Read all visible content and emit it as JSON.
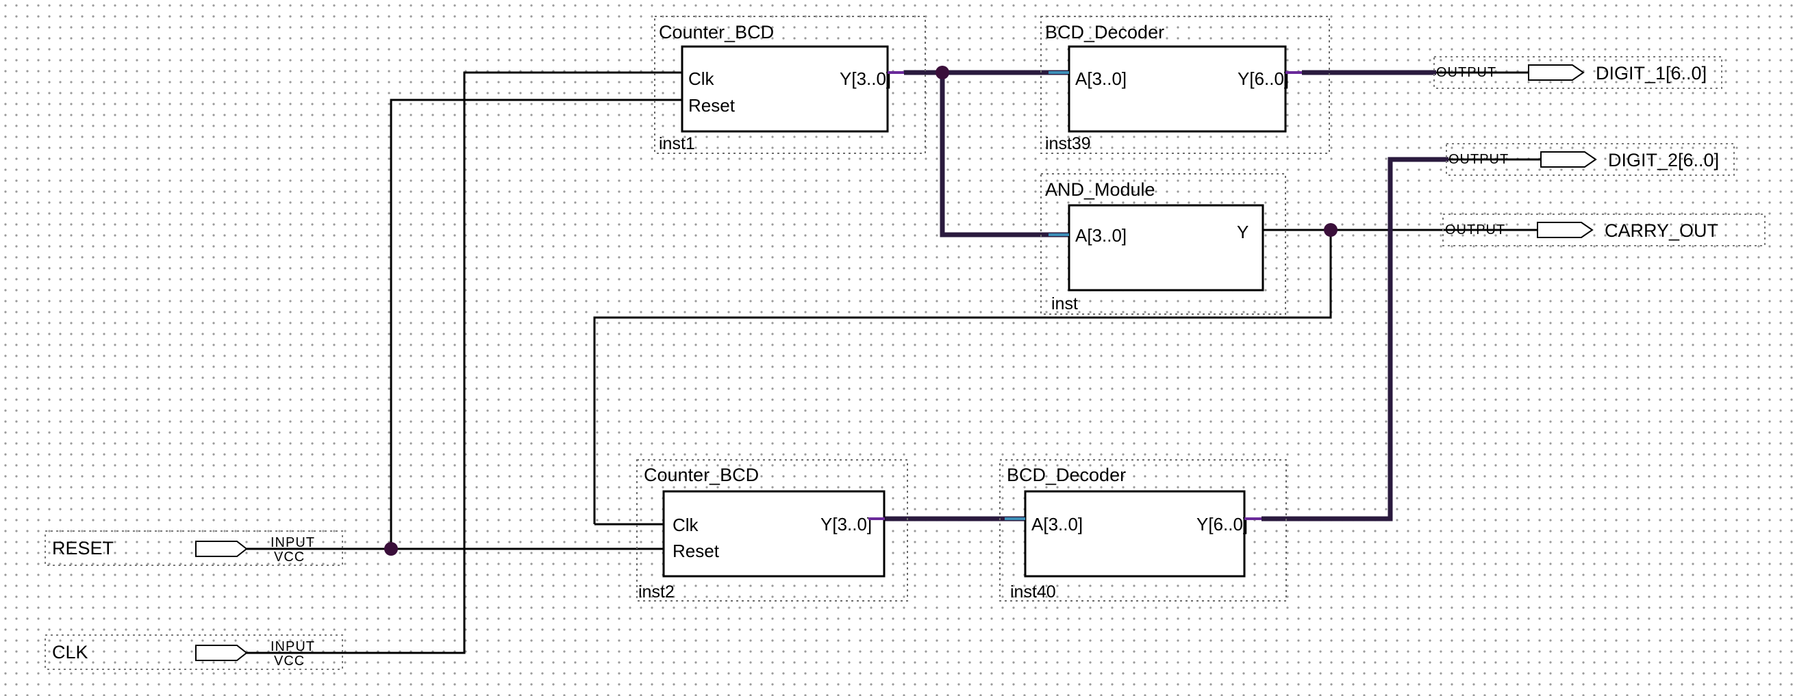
{
  "grid": {
    "dot_color": "#9a9a9a"
  },
  "colors": {
    "wire": "#000000",
    "bus": "#2a1a3e",
    "junction": "#3a0f3a",
    "input_pin": "#3c8fb8",
    "output_pin": "#6a2a9a"
  },
  "blocks": {
    "counter1": {
      "type": "Counter_BCD",
      "instance": "inst1",
      "clk": "Clk",
      "reset": "Reset",
      "out": "Y[3..0]"
    },
    "decoder1": {
      "type": "BCD_Decoder",
      "instance": "inst39",
      "in": "A[3..0]",
      "out": "Y[6..0]"
    },
    "and1": {
      "type": "AND_Module",
      "instance": "inst",
      "in": "A[3..0]",
      "out": "Y"
    },
    "counter2": {
      "type": "Counter_BCD",
      "instance": "inst2",
      "clk": "Clk",
      "reset": "Reset",
      "out": "Y[3..0]"
    },
    "decoder2": {
      "type": "BCD_Decoder",
      "instance": "inst40",
      "in": "A[3..0]",
      "out": "Y[6..0]"
    }
  },
  "inputs": [
    {
      "name": "RESET",
      "kind": "INPUT",
      "default": "VCC"
    },
    {
      "name": "CLK",
      "kind": "INPUT",
      "default": "VCC"
    }
  ],
  "outputs": [
    {
      "name": "DIGIT_1[6..0]",
      "kind": "OUTPUT"
    },
    {
      "name": "DIGIT_2[6..0]",
      "kind": "OUTPUT"
    },
    {
      "name": "CARRY_OUT",
      "kind": "OUTPUT"
    }
  ]
}
